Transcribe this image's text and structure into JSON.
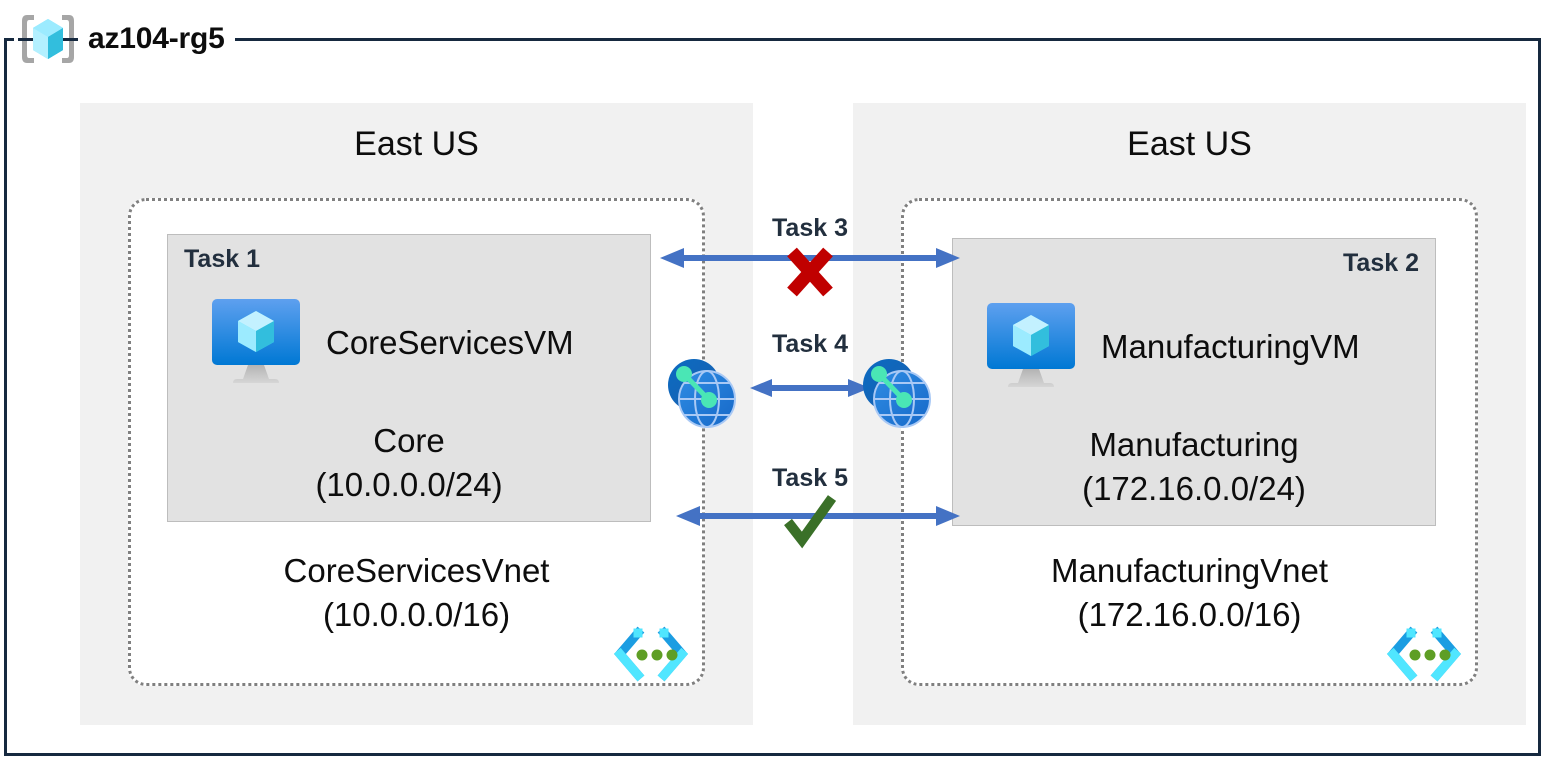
{
  "resource_group": {
    "name": "az104-rg5",
    "icon": "resource-group-icon"
  },
  "regions": [
    {
      "id": "left",
      "label": "East US"
    },
    {
      "id": "right",
      "label": "East US"
    }
  ],
  "vnets": [
    {
      "id": "coreservices",
      "name": "CoreServicesVnet",
      "address_space": "(10.0.0.0/16)",
      "icon": "vnet-icon",
      "subnet": {
        "task_tag": "Task 1",
        "task_tag_align": "left",
        "name": "Core",
        "address_prefix": "(10.0.0.0/24)",
        "vm": {
          "name": "CoreServicesVM",
          "task_tag": "Task 1",
          "icon": "virtual-machine-icon"
        }
      }
    },
    {
      "id": "manufacturing",
      "name": "ManufacturingVnet",
      "address_space": "(172.16.0.0/16)",
      "icon": "vnet-icon",
      "subnet": {
        "task_tag": "Task 2",
        "task_tag_align": "right",
        "name": "Manufacturing",
        "address_prefix": "(172.16.0.0/24)",
        "vm": {
          "name": "ManufacturingVM",
          "task_tag": "Task 2",
          "icon": "virtual-machine-icon"
        }
      }
    }
  ],
  "connectors": [
    {
      "id": "task3",
      "label": "Task 3",
      "marker": "red-x-icon",
      "marker_meaning": "blocked",
      "style": "double-arrow"
    },
    {
      "id": "task4",
      "label": "Task 4",
      "marker": "none",
      "marker_meaning": "peering",
      "style": "double-arrow-short"
    },
    {
      "id": "task5",
      "label": "Task 5",
      "marker": "green-check-icon",
      "marker_meaning": "allowed",
      "style": "double-arrow"
    }
  ],
  "peering_icons": [
    {
      "id": "peer-left",
      "icon": "vnet-peering-icon"
    },
    {
      "id": "peer-right",
      "icon": "vnet-peering-icon"
    }
  ],
  "colors": {
    "frame_border": "#16293f",
    "region_panel": "#f1f1f1",
    "subnet_fill": "#e2e2e2",
    "vnet_border": "#808080",
    "arrow_blue": "#4472c4",
    "marker_red": "#c00000",
    "marker_green": "#3a7028",
    "azure_blue": "#0078d4",
    "cube_cyan": "#50e6ff",
    "vnet_green_dot": "#5e9e25",
    "task_text": "#222f3e"
  }
}
